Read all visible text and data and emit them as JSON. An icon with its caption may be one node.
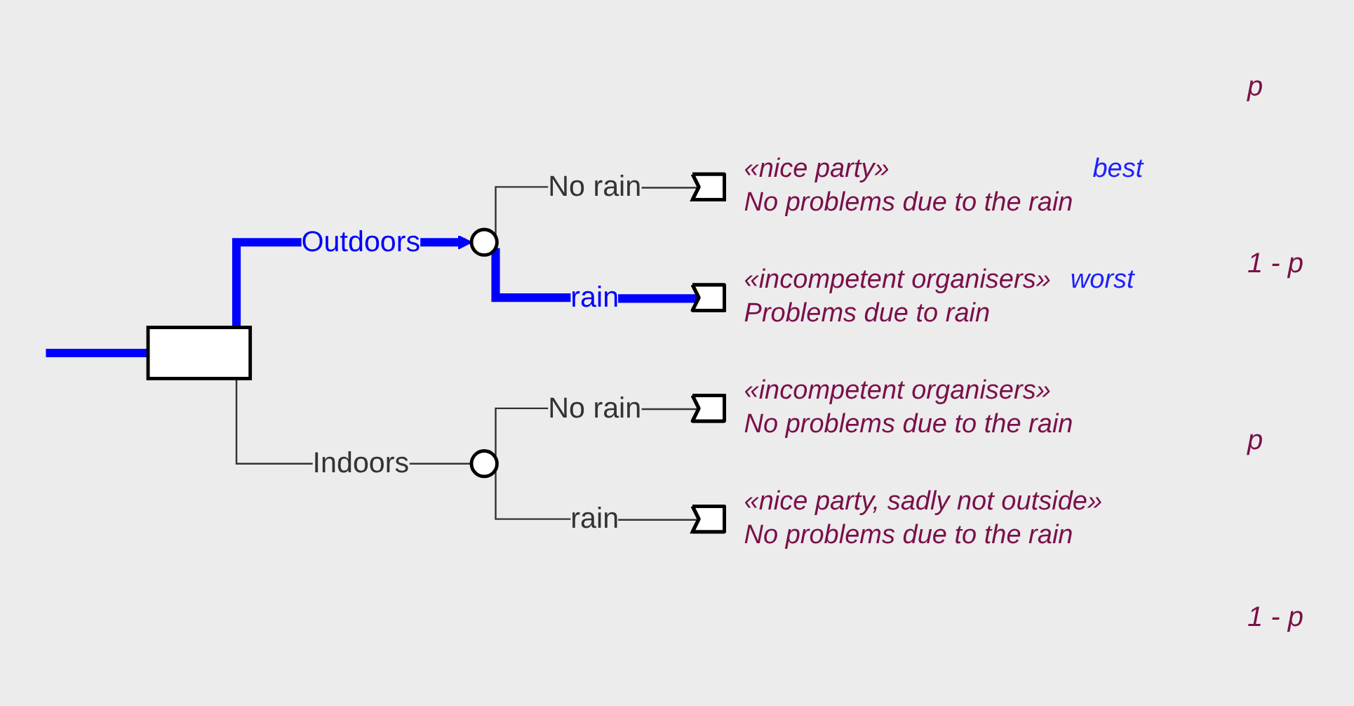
{
  "diagram": {
    "nodes": [
      {
        "text": [],
        "shape": "box"
      },
      {
        "text": [],
        "shape": "circle"
      },
      {
        "text": [],
        "shape": "circle"
      },
      {
        "text": [],
        "shape": "triangle",
        "beside": [
          "«nice party»",
          "No problems due to the rain",
          "best"
        ]
      },
      {
        "text": [],
        "shape": "triangle",
        "beside": [
          "«incompetent organisers»",
          "Problems due to rain",
          "worst"
        ]
      },
      {
        "text": [],
        "shape": "triangle",
        "beside": [
          "«incompetent organisers»",
          "No problems due to the rain"
        ]
      },
      {
        "text": [],
        "shape": "triangle",
        "beside": [
          "«nice party, sadly not outside»",
          "No problems due to the rain"
        ]
      }
    ],
    "edges": [
      {
        "from": null,
        "to": 0,
        "arrow": "none",
        "style": "thick",
        "color": "#0000ff"
      },
      {
        "from": 0,
        "to": 1,
        "arrow": "to",
        "label": "Outdoors",
        "style": "thick",
        "color": "#0000ff"
      },
      {
        "from": 0,
        "to": 2,
        "arrow": "none",
        "label": "Indoors"
      },
      {
        "from": 1,
        "to": 3,
        "arrow": "none",
        "label": "No rain"
      },
      {
        "from": 1,
        "to": 4,
        "arrow": "none",
        "label": "rain",
        "style": "thick",
        "color": "#0000ff"
      },
      {
        "from": 2,
        "to": 5,
        "arrow": "none",
        "label": "No rain"
      },
      {
        "from": 2,
        "to": 6,
        "arrow": "none",
        "label": "rain"
      }
    ],
    "labels": [
      "p",
      "1 - p",
      "p",
      "1 - p"
    ]
  }
}
